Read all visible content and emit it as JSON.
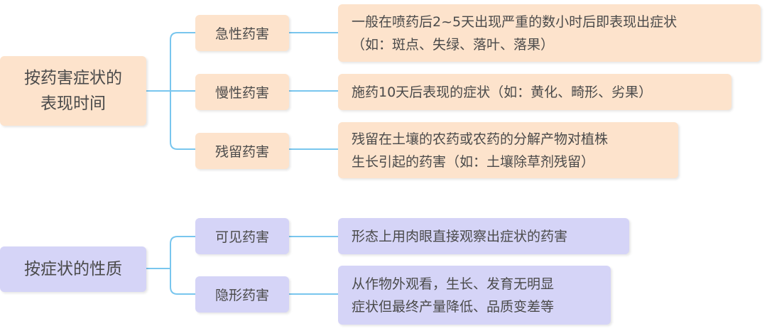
{
  "colors": {
    "connector": "#79c6ee",
    "peach": "#fde3cc",
    "lavender": "#d5d4f7",
    "text": "#4a4a4a"
  },
  "groups": [
    {
      "root_lines": [
        "按药害症状的",
        "表现时间"
      ],
      "items": [
        {
          "label": "急性药害",
          "desc": [
            "一般在喷药后2~5天出现严重的数小时后即表现出症状",
            "（如：斑点、失绿、落叶、落果）"
          ]
        },
        {
          "label": "慢性药害",
          "desc": [
            "施药10天后表现的症状（如：黄化、畸形、劣果）"
          ]
        },
        {
          "label": "残留药害",
          "desc": [
            "残留在土壤的农药或农药的分解产物对植株",
            "生长引起的药害（如：土壤除草剂残留）"
          ]
        }
      ]
    },
    {
      "root_lines": [
        "按症状的性质"
      ],
      "items": [
        {
          "label": "可见药害",
          "desc": [
            "形态上用肉眼直接观察出症状的药害"
          ]
        },
        {
          "label": "隐形药害",
          "desc": [
            "从作物外观看，生长、发育无明显",
            "症状但最终产量降低、品质变差等"
          ]
        }
      ]
    }
  ]
}
